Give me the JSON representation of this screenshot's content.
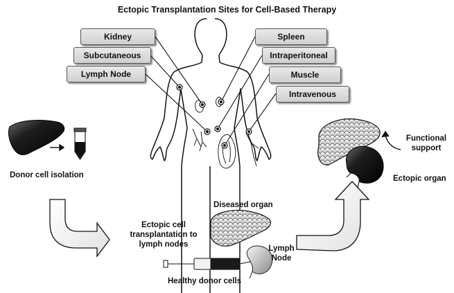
{
  "title": "Ectopic Transplantation Sites for Cell-Based Therapy",
  "sites_left": [
    "Kidney",
    "Subcutaneous",
    "Lymph Node"
  ],
  "sites_right": [
    "Spleen",
    "Intraperitoneal",
    "Muscle",
    "Intravenous"
  ],
  "labels": {
    "donor_isolation": "Donor cell isolation",
    "transplant_line1": "Ectopic cell",
    "transplant_line2": "transplantation to",
    "transplant_line3": "lymph nodes",
    "diseased_organ": "Diseased organ",
    "lymph_node_line1": "Lymph",
    "lymph_node_line2": "Node",
    "healthy_donor": "Healthy donor cells",
    "functional_line1": "Functional",
    "functional_line2": "support",
    "ectopic_organ": "Ectopic organ"
  }
}
